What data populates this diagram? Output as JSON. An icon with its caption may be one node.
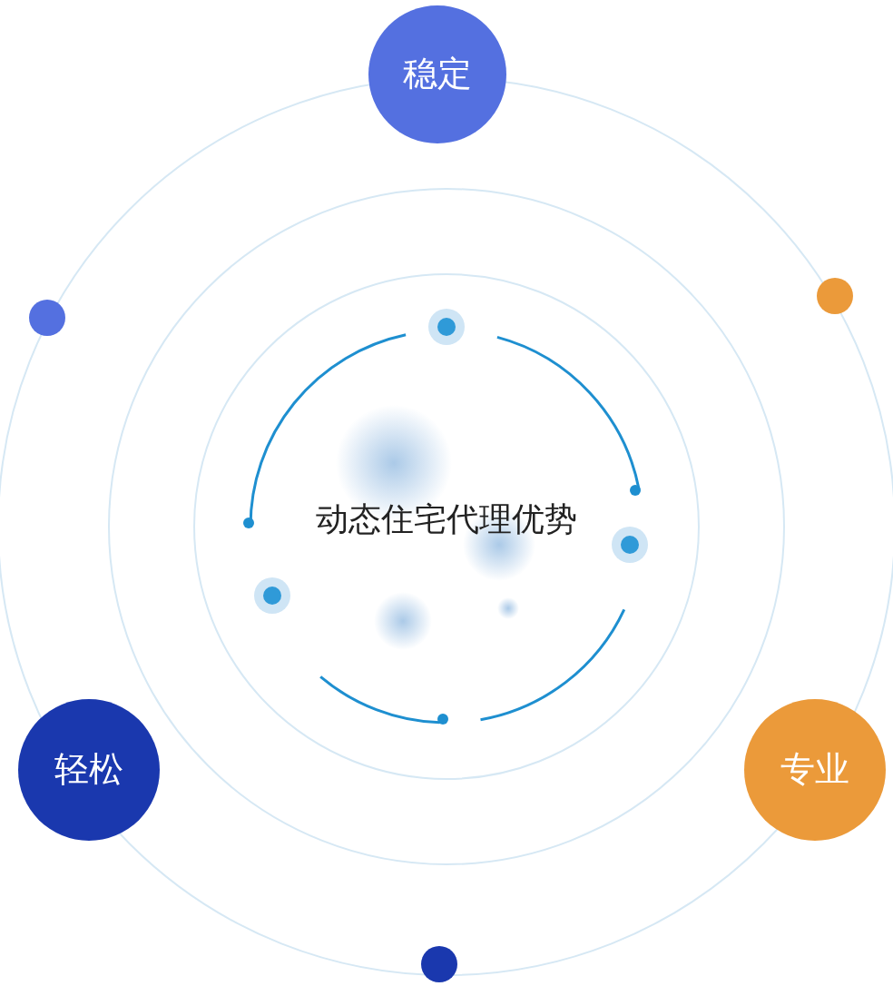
{
  "diagram": {
    "title": "动态住宅代理优势",
    "nodes": [
      {
        "text": [
          "稳定"
        ]
      },
      {
        "text": [],
        "shape": "circle"
      },
      {
        "text": [],
        "shape": "circle"
      },
      {
        "text": [
          "轻松"
        ]
      },
      {
        "text": [
          "专业"
        ]
      },
      {
        "text": [],
        "shape": "circle"
      }
    ]
  }
}
